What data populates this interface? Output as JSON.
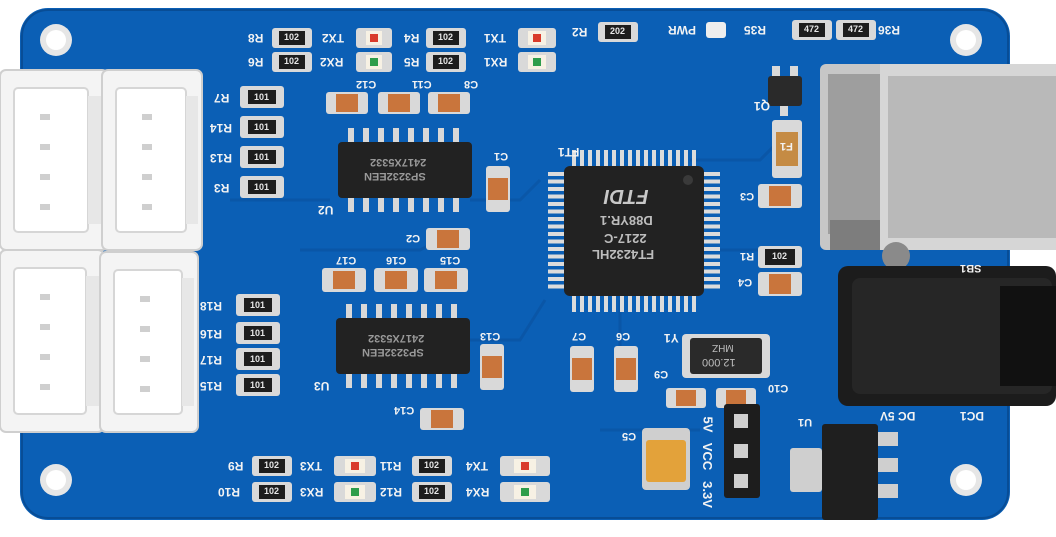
{
  "colors": {
    "pcb": "#0b5fb5",
    "pcb_dark": "#084d96",
    "silkscreen": "#f3f3f3",
    "connector": "#f4f4f4",
    "chip": "#222222",
    "pad": "#d9d9d9",
    "capacitor": "#c9753c",
    "tantalum": "#e3a23a",
    "led_red": "#d93b2b",
    "led_green": "#2e9d4c"
  },
  "silkscreen": {
    "r8": "R8",
    "r6": "R6",
    "tx2": "TX2",
    "rx2": "RX2",
    "r4": "R4",
    "r5": "R5",
    "tx1": "TX1",
    "rx1": "RX1",
    "r2": "R2",
    "pwr": "PWR",
    "r35": "R35",
    "r36": "R36",
    "c12": "C12",
    "c11": "C11",
    "c8": "C8",
    "r7": "R7",
    "r14": "R14",
    "r13": "R13",
    "r3": "R3",
    "u2": "U2",
    "c1": "C1",
    "c2": "C2",
    "c17": "C17",
    "c16": "C16",
    "c15": "C15",
    "r18": "R18",
    "r16": "R16",
    "r17": "R17",
    "r15": "R15",
    "u3": "U3",
    "c13": "C13",
    "c14": "C14",
    "ft1": "FT1",
    "y1": "Y1",
    "c7": "C7",
    "c6": "C6",
    "c9": "C9",
    "c10": "C10",
    "q1": "Q1",
    "f1": "F1",
    "c3": "C3",
    "r1": "R1",
    "c4": "C4",
    "sb1": "SB1",
    "dc1": "DC1",
    "dc5v": "DC 5V",
    "u1": "U1",
    "c5": "C5",
    "v5": "5V",
    "vcc": "VCC",
    "v33": "3.3V",
    "r9": "R9",
    "r10": "R10",
    "tx3": "TX3",
    "rx3": "RX3",
    "r11": "R11",
    "r12": "R12",
    "tx4": "TX4",
    "rx4": "RX4"
  },
  "chip_text": {
    "ft_line1": "FT4232HL",
    "ft_line2": "2217-C",
    "ft_line3": "D88YR.1",
    "ft_logo": "FTDI",
    "sp_line1": "SP3232EEN",
    "sp_line2": "2417X5332",
    "crystal_line1": "12.000",
    "crystal_line2": "MHZ"
  },
  "resistor_marks": {
    "r102": "102",
    "r101": "101",
    "r202": "202",
    "r472": "472",
    "r472b": "472"
  }
}
